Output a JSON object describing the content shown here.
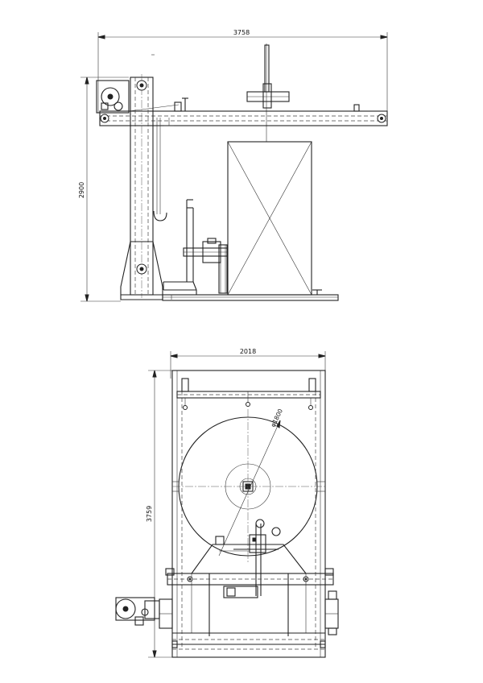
{
  "side_view": {
    "width_label": "3758",
    "height_label": "2900"
  },
  "top_view": {
    "width_label": "2018",
    "length_label": "3759",
    "diameter_label": "φ1800"
  }
}
